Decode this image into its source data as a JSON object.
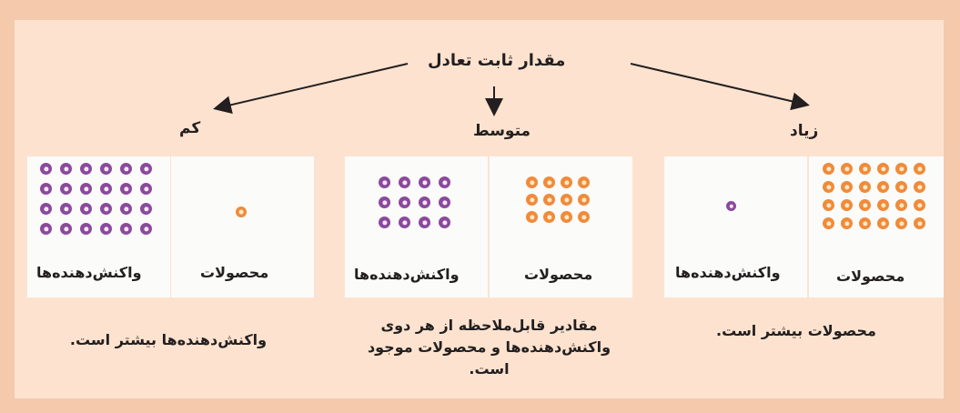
{
  "title": "مقدار ثابت تعادل",
  "categories": {
    "low": "کم",
    "medium": "متوسط",
    "high": "زیاد"
  },
  "labels": {
    "reactants": "واکنش‌دهنده‌ها",
    "products": "محصولات"
  },
  "captions": {
    "low": "واکنش‌دهنده‌ها بیشتر است.",
    "medium": "مقادیر قابل‌ملاحظه از هر دوی واکنش‌دهنده‌ها و محصولات موجود است.",
    "high": "محصولات بیشتر است."
  },
  "colors": {
    "reactant": "#8a4a9c",
    "product": "#f08b3a",
    "background": "#fde3cf",
    "border": "#f5c9ab"
  }
}
